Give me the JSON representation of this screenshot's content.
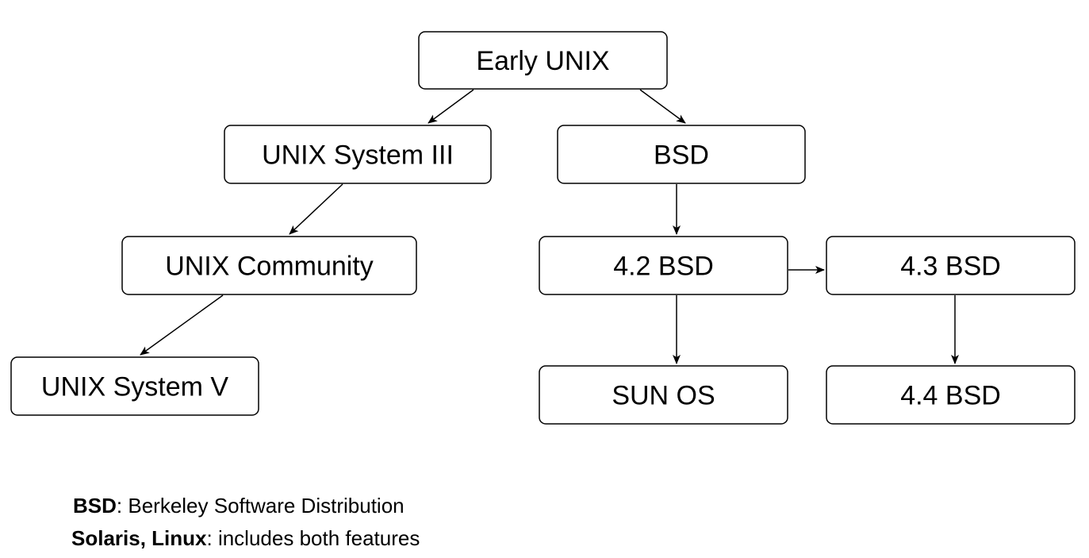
{
  "nodes": [
    {
      "id": "early-unix",
      "label": "Early UNIX"
    },
    {
      "id": "unix-system-iii",
      "label": "UNIX System III"
    },
    {
      "id": "bsd",
      "label": "BSD"
    },
    {
      "id": "unix-community",
      "label": "UNIX Community"
    },
    {
      "id": "bsd-4-2",
      "label": "4.2 BSD"
    },
    {
      "id": "bsd-4-3",
      "label": "4.3 BSD"
    },
    {
      "id": "unix-system-v",
      "label": "UNIX System V"
    },
    {
      "id": "sun-os",
      "label": "SUN OS"
    },
    {
      "id": "bsd-4-4",
      "label": "4.4 BSD"
    }
  ],
  "edges": [
    {
      "from": "early-unix",
      "to": "unix-system-iii"
    },
    {
      "from": "early-unix",
      "to": "bsd"
    },
    {
      "from": "unix-system-iii",
      "to": "unix-community"
    },
    {
      "from": "unix-community",
      "to": "unix-system-v"
    },
    {
      "from": "bsd",
      "to": "bsd-4-2"
    },
    {
      "from": "bsd-4-2",
      "to": "bsd-4-3"
    },
    {
      "from": "bsd-4-2",
      "to": "sun-os"
    },
    {
      "from": "bsd-4-3",
      "to": "bsd-4-4"
    }
  ],
  "legend": [
    {
      "term": "BSD",
      "definition": ": Berkeley Software Distribution"
    },
    {
      "term": "Solaris, Linux",
      "definition": ": includes both features"
    }
  ]
}
